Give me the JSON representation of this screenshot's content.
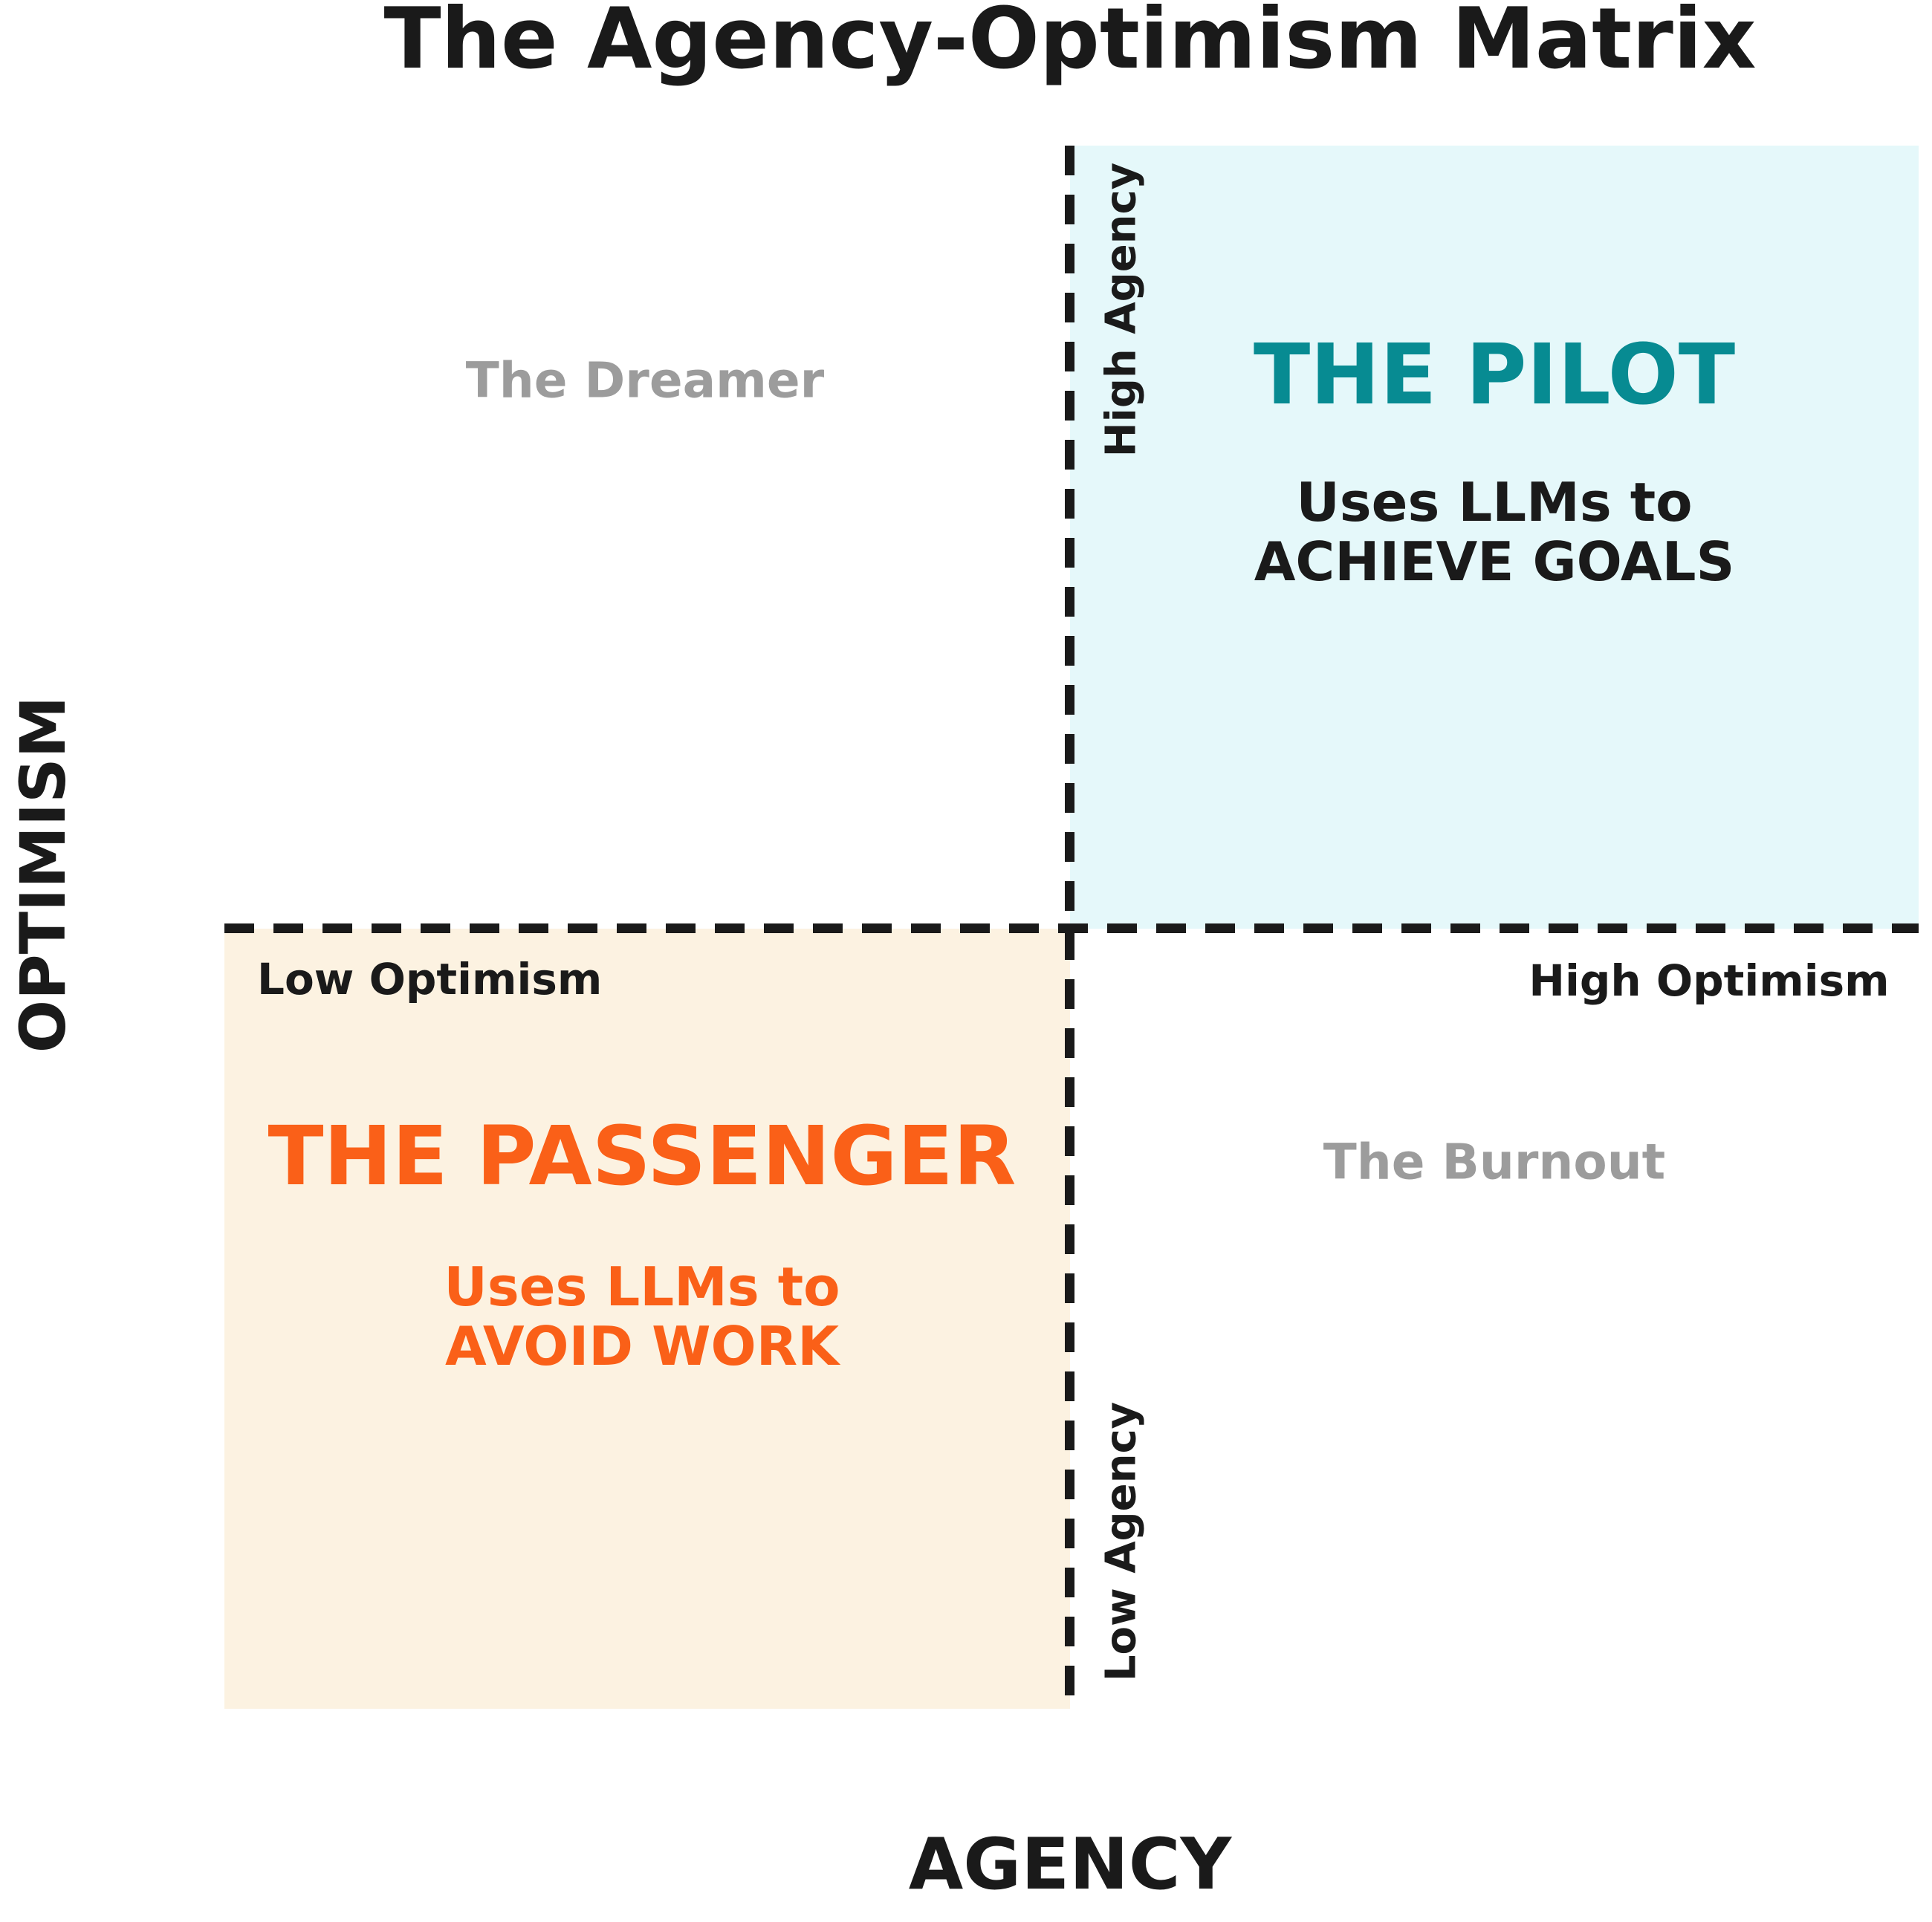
{
  "title": "The Agency-Optimism Matrix",
  "colors": {
    "background": "#ffffff",
    "text": "#1a1a1a",
    "line": "#1a1a1a",
    "teal": "#078b92",
    "orange": "#fa6018",
    "gray-label": "#9c9c9c",
    "pilot-bg": "#e5f8fa",
    "passenger-bg": "#fcf2e1"
  },
  "x_axis": {
    "label": "AGENCY",
    "high_label": "High Agency",
    "low_label": "Low Agency"
  },
  "y_axis": {
    "label": "OPTIMISM",
    "high_label": "High Optimism",
    "low_label": "Low Optimism"
  },
  "quadrants": {
    "pilot": {
      "position": "top-right",
      "name": "THE PILOT",
      "description_line1": "Uses LLMs to",
      "description_line2": "ACHIEVE GOALS"
    },
    "passenger": {
      "position": "bottom-left",
      "name": "THE PASSENGER",
      "description_line1": "Uses LLMs to",
      "description_line2": "AVOID WORK"
    },
    "dreamer": {
      "position": "top-left",
      "name": "The Dreamer"
    },
    "burnout": {
      "position": "bottom-right",
      "name": "The Burnout"
    }
  }
}
